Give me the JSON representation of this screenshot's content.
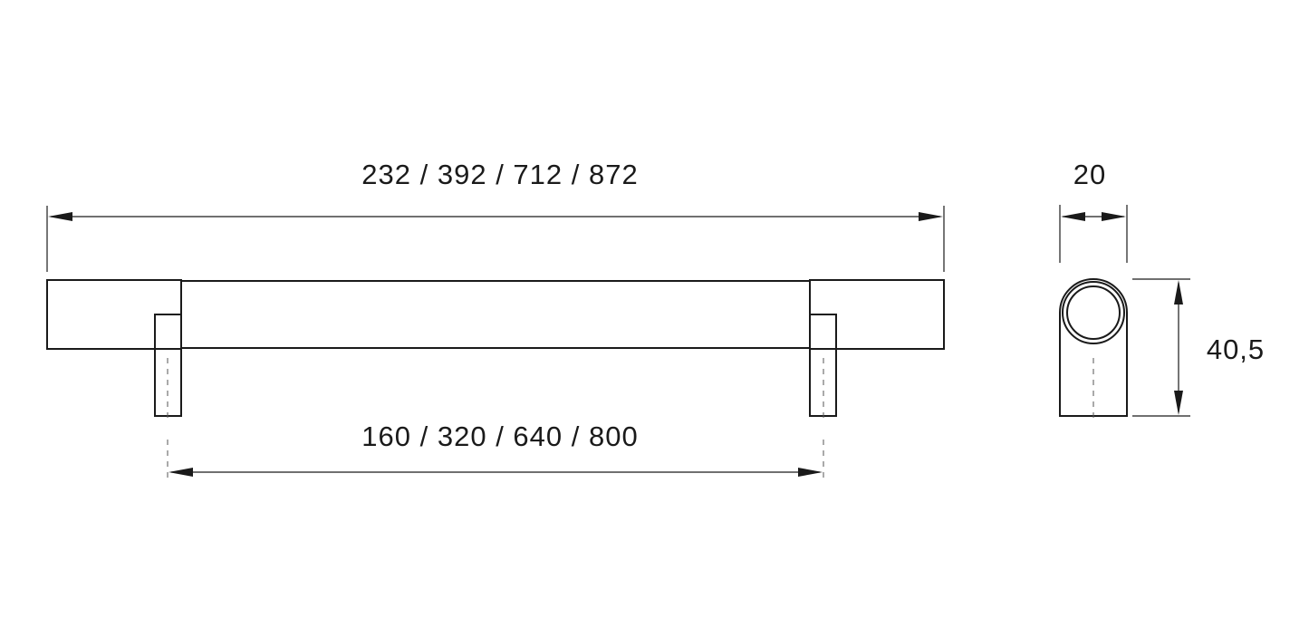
{
  "dimensions": {
    "overall_length": "232 / 392 / 712 / 872",
    "hole_spacing": "160 / 320 / 640 / 800",
    "diameter": "20",
    "height": "40,5"
  },
  "colors": {
    "line": "#1a1a1a",
    "background": "#ffffff"
  }
}
